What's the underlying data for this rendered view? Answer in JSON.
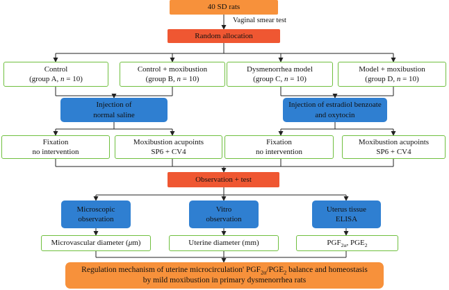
{
  "start": "40 SD rats",
  "vaginal_smear_test": "Vaginal smear test",
  "random_allocation": "Random allocation",
  "groups": [
    {
      "name": "Control",
      "detail_pre": "(group A, ",
      "n_var": "n",
      "n_rest": " = 10)"
    },
    {
      "name": "Control + moxibustion",
      "detail_pre": "(group B, ",
      "n_var": "n",
      "n_rest": " = 10)"
    },
    {
      "name": "Dysmenorrhea model",
      "detail_pre": "(group C, ",
      "n_var": "n",
      "n_rest": " = 10)"
    },
    {
      "name": "Model + moxibustion",
      "detail_pre": "(group D, ",
      "n_var": "n",
      "n_rest": " = 10)"
    }
  ],
  "injections": [
    {
      "line1": "Injection of",
      "line2": "normal saline"
    },
    {
      "line1": "Injection of estradiol benzoate",
      "line2": "and oxytocin"
    }
  ],
  "interventions": [
    {
      "line1": "Fixation",
      "line2": "no intervention"
    },
    {
      "line1": "Moxibustion acupoints",
      "line2": "SP6 + CV4"
    },
    {
      "line1": "Fixation",
      "line2": "no intervention"
    },
    {
      "line1": "Moxibustion acupoints",
      "line2": "SP6 + CV4"
    }
  ],
  "observation_test": "Observation + test",
  "methods": [
    {
      "line1": "Microscopic",
      "line2": "observation"
    },
    {
      "line1": "Vitro",
      "line2": "observation"
    },
    {
      "line1": "Uterus tissue",
      "line2": "ELISA"
    }
  ],
  "results": {
    "microvascular_pre": "Microvascular diameter (",
    "microvascular_unit": "μ",
    "microvascular_post": "m)",
    "uterine": "Uterine diameter (mm)",
    "pgf_a": "PGF",
    "pgf_sub": "2α",
    "pgf_sep": ", PGE",
    "pge_sub": "2"
  },
  "conclusion": {
    "line1_pre": "Regulation mechanism of uterine microcirculation' PGF",
    "sub_1": "2α",
    "slash": "/PGE",
    "sub_2": "2",
    "line1_post": " balance and homeostasis",
    "line2": "by mild moxibustion in primary dysmenorrhea rats"
  },
  "colors": {
    "start_box": "#f7913b",
    "step_box": "#ef5732",
    "method_box": "#2f7fd1",
    "group_border": "#6fbf3e",
    "final_box": "#f7913b",
    "connector": "#222222"
  }
}
